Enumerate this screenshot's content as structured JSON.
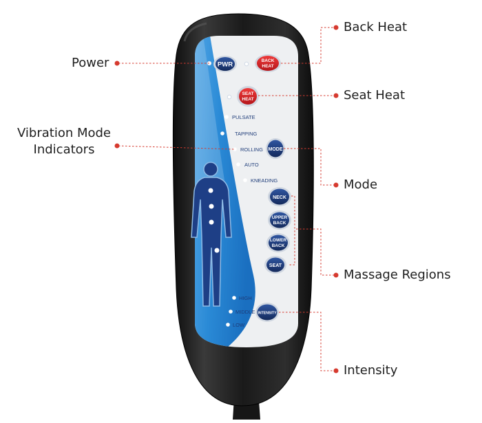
{
  "callouts": {
    "power": "Power",
    "back_heat": "Back Heat",
    "seat_heat": "Seat Heat",
    "vibration_line1": "Vibration Mode",
    "vibration_line2": "Indicators",
    "mode": "Mode",
    "massage_regions": "Massage Regions",
    "intensity": "Intensity"
  },
  "remote": {
    "buttons": {
      "power": "PWR",
      "back_heat_line1": "BACK",
      "back_heat_line2": "HEAT",
      "seat_heat_line1": "SEAT",
      "seat_heat_line2": "HEAT",
      "mode": "MODE",
      "neck": "NECK",
      "upper_back_line1": "UPPER",
      "upper_back_line2": "BACK",
      "lower_back_line1": "LOWER",
      "lower_back_line2": "BACK",
      "seat": "SEAT",
      "intensity": "INTENSITY"
    },
    "vibration_modes": [
      "PULSATE",
      "TAPPING",
      "ROLLING",
      "AUTO",
      "KNEADING"
    ],
    "intensity_levels": [
      "HIGH",
      "MIDDLE",
      "LOW"
    ]
  },
  "colors": {
    "callout_accent": "#d63a2f",
    "body_black": "#1c1c1c",
    "panel_blue": "#2a8ad6",
    "button_navy": "#1d3b78",
    "button_red": "#d51f23",
    "label_navy": "#1d3b78"
  }
}
